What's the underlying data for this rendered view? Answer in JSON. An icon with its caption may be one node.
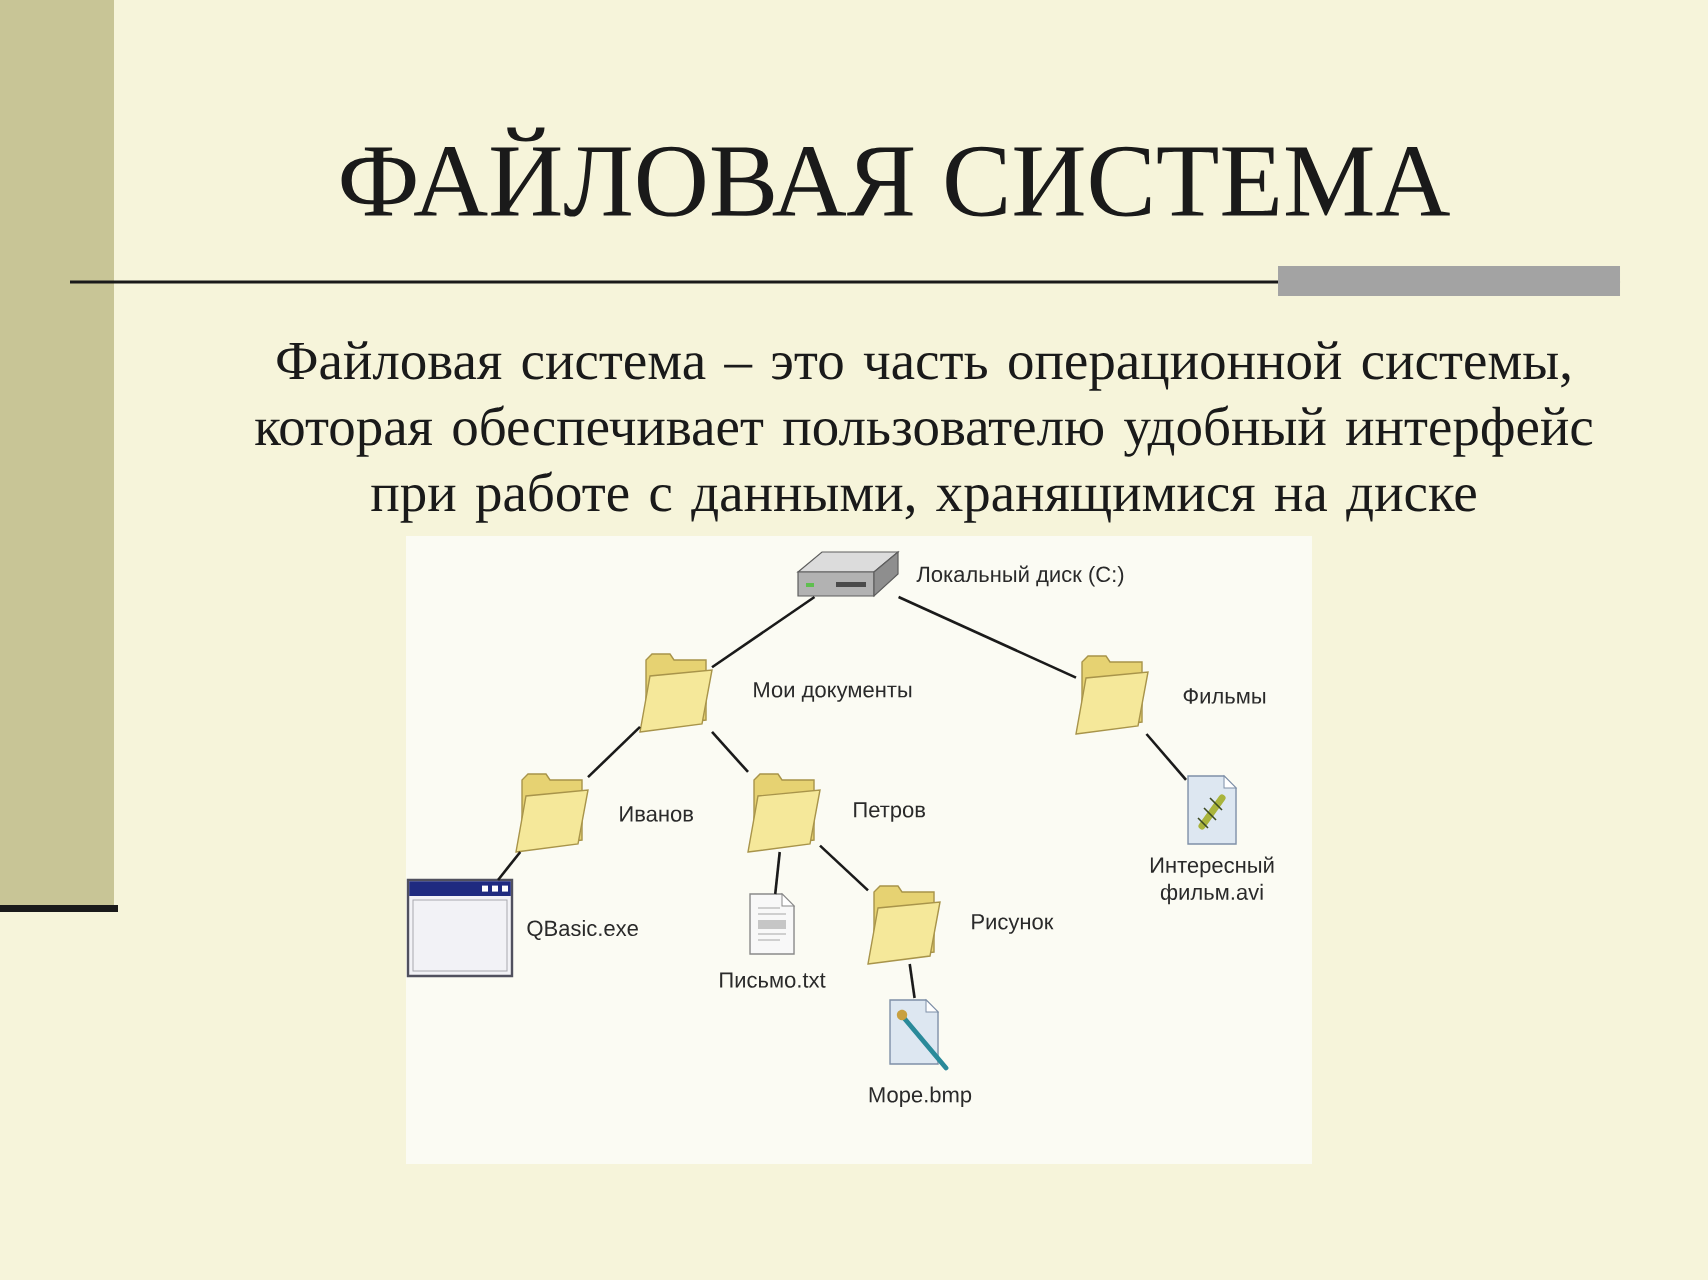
{
  "diagram": {
    "title": "ФАЙЛОВАЯ СИСТЕМА",
    "nodes": [
      {
        "text": [],
        "shape": "picture",
        "beside": [
          "Локальный диск (C:)"
        ]
      },
      {
        "text": [],
        "shape": "picture",
        "beside": [
          "Мои документы"
        ]
      },
      {
        "text": [],
        "shape": "picture",
        "beside": [
          "Фильмы"
        ]
      },
      {
        "text": [],
        "shape": "picture",
        "beside": [
          "Иванов"
        ]
      },
      {
        "text": [],
        "shape": "picture",
        "beside": [
          "Петров"
        ]
      },
      {
        "text": [],
        "shape": "picture",
        "beside": [
          "Интересный фильм.avi"
        ]
      },
      {
        "text": [],
        "shape": "picture",
        "beside": [
          "QBasic.exe"
        ]
      },
      {
        "text": [],
        "shape": "picture",
        "beside": [
          "Письмо.txt"
        ]
      },
      {
        "text": [],
        "shape": "picture",
        "beside": [
          "Рисунок"
        ]
      },
      {
        "text": [],
        "shape": "picture",
        "beside": [
          "Море.bmp"
        ]
      }
    ],
    "edges": [
      {
        "from": 0,
        "to": 1,
        "arrow": "none"
      },
      {
        "from": 0,
        "to": 2,
        "arrow": "none"
      },
      {
        "from": 1,
        "to": 3,
        "arrow": "none"
      },
      {
        "from": 1,
        "to": 4,
        "arrow": "none"
      },
      {
        "from": 2,
        "to": 5,
        "arrow": "none"
      },
      {
        "from": 3,
        "to": 6,
        "arrow": "none"
      },
      {
        "from": 4,
        "to": 7,
        "arrow": "none"
      },
      {
        "from": 4,
        "to": 8,
        "arrow": "none"
      },
      {
        "from": 8,
        "to": 9,
        "arrow": "none"
      }
    ],
    "labels": [
      "Файловая система – это часть операционной системы, которая обеспечивает пользователю удобный интерфейс при работе с данными, хранящимися на диске"
    ]
  }
}
